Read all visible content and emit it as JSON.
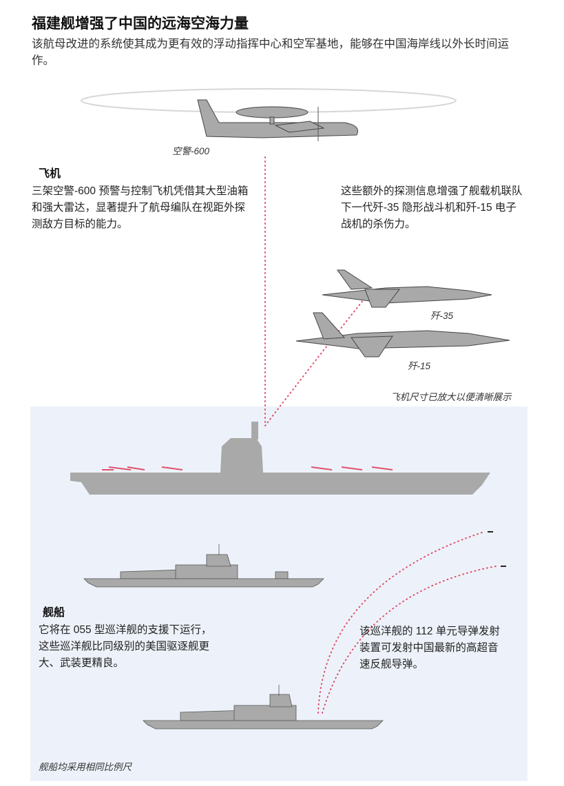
{
  "header": {
    "title": "福建舰增强了中国的远海空海力量",
    "subtitle": "该航母改进的系统使其成为更有效的浮动指挥中心和空军基地，能够在中国海岸线以外长时间运作。"
  },
  "aircraft": {
    "awacs_label": "空警-600",
    "heading": "飞机",
    "left_text": "三架空警-600 预警与控制飞机凭借其大型油箱和强大雷达，显著提升了航母编队在视距外探测敌方目标的能力。",
    "right_text": "这些额外的探测信息增强了舰载机联队下一代歼-35 隐形战斗机和歼-15 电子战机的杀伤力。",
    "j35_label": "歼-35",
    "j15_label": "歼-15",
    "scale_note": "飞机尺寸已放大以便清晰展示"
  },
  "ships": {
    "heading": "舰船",
    "left_text": "它将在 055 型巡洋舰的支援下运行，这些巡洋舰比同级别的美国驱逐舰更大、武装更精良。",
    "right_text": "该巡洋舰的 112 单元导弹发射装置可发射中国最新的高超音速反舰导弹。",
    "scale_note": "舰船均采用相同比例尺"
  },
  "colors": {
    "sea": "#edf2fa",
    "ship": "#a9a9a9",
    "accent": "#e0506a"
  }
}
